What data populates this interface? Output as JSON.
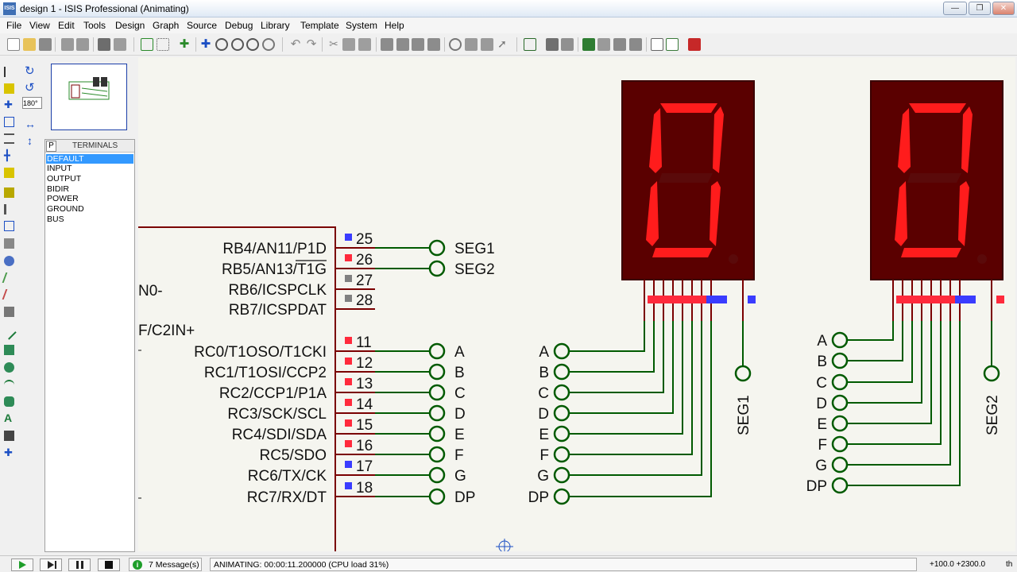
{
  "window": {
    "title": "design 1 - ISIS Professional (Animating)",
    "app_icon": "ISIS"
  },
  "menu": [
    "File",
    "View",
    "Edit",
    "Tools",
    "Design",
    "Graph",
    "Source",
    "Debug",
    "Library",
    "Template",
    "System",
    "Help"
  ],
  "rotate": {
    "angle": "180°"
  },
  "panel": {
    "mode": "P",
    "title": "TERMINALS",
    "items": [
      "DEFAULT",
      "INPUT",
      "OUTPUT",
      "BIDIR",
      "POWER",
      "GROUND",
      "BUS"
    ],
    "selected": "DEFAULT"
  },
  "colors": {
    "wire": "#005a00",
    "ic_border": "#7a0000",
    "segment_on": "#ff1c1c",
    "segment_off": "#5a0a0a",
    "display_body": "#5a0000",
    "pin_high": "#ff2a3c",
    "pin_low": "#3a3cff",
    "pin_float": "#808080"
  },
  "mcu": {
    "partial_labels": [
      "N0-",
      "F/C2IN+"
    ],
    "pins": [
      {
        "label": "RB4/AN11/P1D",
        "num": "25",
        "state": "low"
      },
      {
        "label": "RB5/AN13/T1G",
        "num": "26",
        "state": "high"
      },
      {
        "label": "RB6/ICSPCLK",
        "num": "27",
        "state": "float"
      },
      {
        "label": "RB7/ICSPDAT",
        "num": "28",
        "state": "float"
      },
      {
        "label": "RC0/T1OSO/T1CKI",
        "num": "11",
        "state": "high"
      },
      {
        "label": "RC1/T1OSI/CCP2",
        "num": "12",
        "state": "high"
      },
      {
        "label": "RC2/CCP1/P1A",
        "num": "13",
        "state": "high"
      },
      {
        "label": "RC3/SCK/SCL",
        "num": "14",
        "state": "high"
      },
      {
        "label": "RC4/SDI/SDA",
        "num": "15",
        "state": "high"
      },
      {
        "label": "RC5/SDO",
        "num": "16",
        "state": "high"
      },
      {
        "label": "RC6/TX/CK",
        "num": "17",
        "state": "low"
      },
      {
        "label": "RC7/RX/DT",
        "num": "18",
        "state": "low"
      }
    ]
  },
  "mcu_terminals": [
    "SEG1",
    "SEG2",
    "A",
    "B",
    "C",
    "D",
    "E",
    "F",
    "G",
    "DP"
  ],
  "display1": {
    "terminal_labels": [
      "A",
      "B",
      "C",
      "D",
      "E",
      "F",
      "G",
      "DP"
    ],
    "common": "SEG1"
  },
  "display2": {
    "terminal_labels": [
      "A",
      "B",
      "C",
      "D",
      "E",
      "F",
      "G",
      "DP"
    ],
    "common": "SEG2"
  },
  "digit_segments_on": [
    "a",
    "b",
    "c",
    "d",
    "e",
    "f"
  ],
  "status": {
    "messages": "7 Message(s)",
    "animating": "ANIMATING: 00:00:11.200000 (CPU load 31%)",
    "coords": "+100.0  +2300.0",
    "units": "th"
  }
}
